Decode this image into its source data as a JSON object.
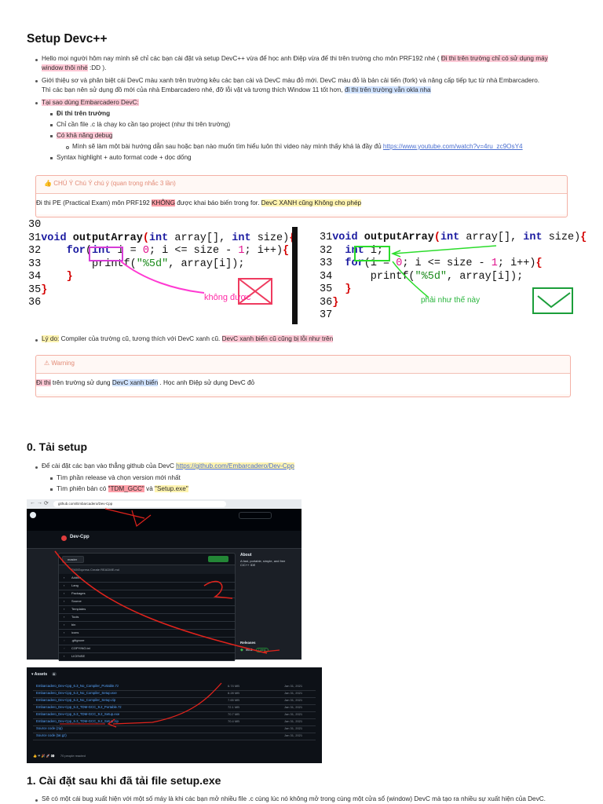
{
  "sec1": {
    "title": "Setup Devc++",
    "b1": {
      "t1": "Hello mọi người hôm nay mình sẽ chỉ các bạn cài đặt và setup DevC++ vừa để học anh Điệp vừa để thi trên trường cho môn PRF192 nhé ( ",
      "h1": "Đi thi trên trường chỉ có sử dụng máy",
      "h2": "window thôi nhé",
      "t2": " :DD )."
    },
    "b2": {
      "l1": "Giới thiệu sơ và phân biệt cái DevC màu xanh trên trường kêu các bạn cài và DevC màu đỏ mới. DevC màu đỏ là bản cải tiến (fork) và nâng cấp tiếp tục từ nhà Embarcadero.",
      "l2": "Thì các bạn nên sử dụng đồ mới của nhà Embarcadero nhé, đỡ lỗi vặt và tương thích Window 11 tốt hơn, ",
      "h": "đi thi trên trường vẫn okla nha"
    },
    "b3": "Tại sao dùng Embarcadero DevC:",
    "s1": "Đi thi trên trường",
    "s2": "Chỉ cần file .c là chạy ko cần tạo project (như thi trên trường)",
    "s3": "Có khả năng debug",
    "s3a": {
      "t": "Mình sẽ làm một bài hướng dẫn sau hoặc bạn nào muốn tìm hiểu luôn thì video này mình thấy khá là đầy đủ ",
      "link": "https://www.youtube.com/watch?v=4ru_zc9OsY4"
    },
    "s4": "Syntax highlight + auto format code + dọc dống"
  },
  "callout1": {
    "head": "CHÚ Ý Chú Ý chú ý (quan trọng nhắc 3 lần)",
    "t1": "Đi thi PE (Practical Exam) môn PRF192 ",
    "h1": "KHÔNG",
    "t2": " được khai báo biến trong for. ",
    "h2": "DevC XANH cũng Không cho phép"
  },
  "code": {
    "left": {
      "l0": "30",
      "n1": "31",
      "n2": "32",
      "n3": "33",
      "n4": "34",
      "n5": "35",
      "n6": "36"
    },
    "right": {
      "n1": "31",
      "n2": "32",
      "n3": "33",
      "n4": "34",
      "n5": "35",
      "n6": "36",
      "n7": "37"
    },
    "fn_name": "outputArray",
    "label_bad": "không được",
    "label_good": "phải như thế này"
  },
  "reason": {
    "h1": "Lý do:",
    "t": " Compiler của trường cũ, tương thích với DevC xanh cũ. ",
    "h2": "DevC xanh biển cũ cũng bị lỗi như trên"
  },
  "warning": {
    "head": "Warning",
    "h1": "Đi thi",
    "t1": " trên trường sử dụng ",
    "h2": "DevC xanh biển",
    "t2": " . Học anh Điệp sử dụng DevC đỏ"
  },
  "sec2": {
    "title": "0. Tải setup",
    "b1": {
      "t": "Để cài đặt các bạn vào thẳng github của DevC ",
      "link": "https://github.com/Embarcadero/Dev-Cpp"
    },
    "s1": "Tìm phần release và chọn version mới nhất",
    "s2": {
      "t1": "Tìm phiên bản có ",
      "h1": "\"TDM_GCC\"",
      "t2": " và ",
      "h2": "\"Setup.exe\""
    }
  },
  "github": {
    "url": "github.com/Embarcadero/Dev-Cpp",
    "repo": "Dev-Cpp",
    "branch": "master",
    "commit": "FMXExpress  Create README.md",
    "about_title": "About",
    "about_desc": "A fast, portable, simple, and free C/C++ IDE",
    "releases": "Releases",
    "release_ver": "v6.3",
    "release_tag": "Latest",
    "files": [
      "Addins",
      "Lang",
      "Packages",
      "Source",
      "Templates",
      "Tools",
      "bin",
      "icons",
      ".gitignore",
      "COPYING.txt",
      "LICENSE"
    ],
    "annot1": "1",
    "annot2": "2"
  },
  "assets": {
    "header": "Assets",
    "count": "8",
    "rows": [
      {
        "name": "Embarcadero_Dev-Cpp_6.3_No_Compiler_Portable.7z",
        "size": "6.74 MB",
        "date": "Jan 31, 2021"
      },
      {
        "name": "Embarcadero_Dev-Cpp_6.3_No_Compiler_Setup.exe",
        "size": "8.28 MB",
        "date": "Jan 31, 2021"
      },
      {
        "name": "Embarcadero_Dev-Cpp_6.3_No_Compiler_Setup.zip",
        "size": "7.65 MB",
        "date": "Jan 31, 2021"
      },
      {
        "name": "Embarcadero_Dev-Cpp_6.3_TDM-GCC_9.2_Portable.7z",
        "size": "72.1 MB",
        "date": "Jan 31, 2021"
      },
      {
        "name": "Embarcadero_Dev-Cpp_6.3_TDM-GCC_9.2_Setup.exe",
        "size": "70.7 MB",
        "date": "Jan 31, 2021"
      },
      {
        "name": "Embarcadero_Dev-Cpp_6.3_TDM-GCC_9.2_Setup.zip",
        "size": "70.4 MB",
        "date": "Jan 31, 2021"
      },
      {
        "name": "Source code (zip)",
        "size": "",
        "date": "Jan 31, 2021"
      },
      {
        "name": "Source code (tar.gz)",
        "size": "",
        "date": "Jan 31, 2021"
      }
    ],
    "reactions": "70 people reacted"
  },
  "sec3": {
    "title": "1. Cài đặt sau khi đã tải file setup.exe",
    "b1": "Sẽ có một cái bug xuất hiện với một số máy là khi các bạn mở nhiều file .c cùng lúc nó không mở trong cùng một cửa sổ (window) DevC mà tạo ra nhiều sự xuất hiện của DevC."
  }
}
